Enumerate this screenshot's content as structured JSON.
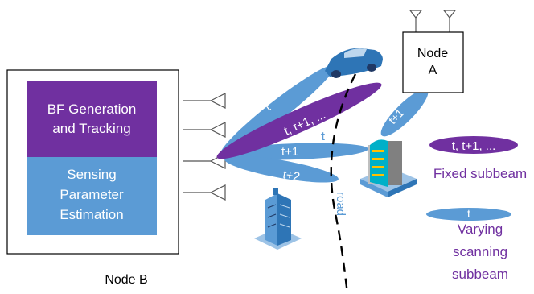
{
  "node_b": {
    "bf_block": [
      "BF Generation",
      "and Tracking"
    ],
    "sensing_block": [
      "Sensing",
      "Parameter",
      "Estimation"
    ],
    "caption": "Node B"
  },
  "node_a": {
    "label": [
      "Node",
      "A"
    ]
  },
  "beams": {
    "beam_t_upper": "t",
    "beam_fixed": "t, t+1, ...",
    "beam_t1_middle": "t+1",
    "beam_t2_lower": "t+2",
    "beam_t1_node_a": "t+1",
    "beam_t_loose": "t"
  },
  "road": {
    "label": "road"
  },
  "legend": {
    "fixed_sample": "t, t+1, ...",
    "fixed_caption": "Fixed subbeam",
    "varying_sample": "t",
    "varying_caption": [
      "Varying",
      "scanning",
      "subbeam"
    ]
  },
  "colors": {
    "purple": "#7030A0",
    "blue": "#5B9BD5",
    "beam_blue": "#5B9BD5",
    "caption_purple": "#7030A0"
  }
}
